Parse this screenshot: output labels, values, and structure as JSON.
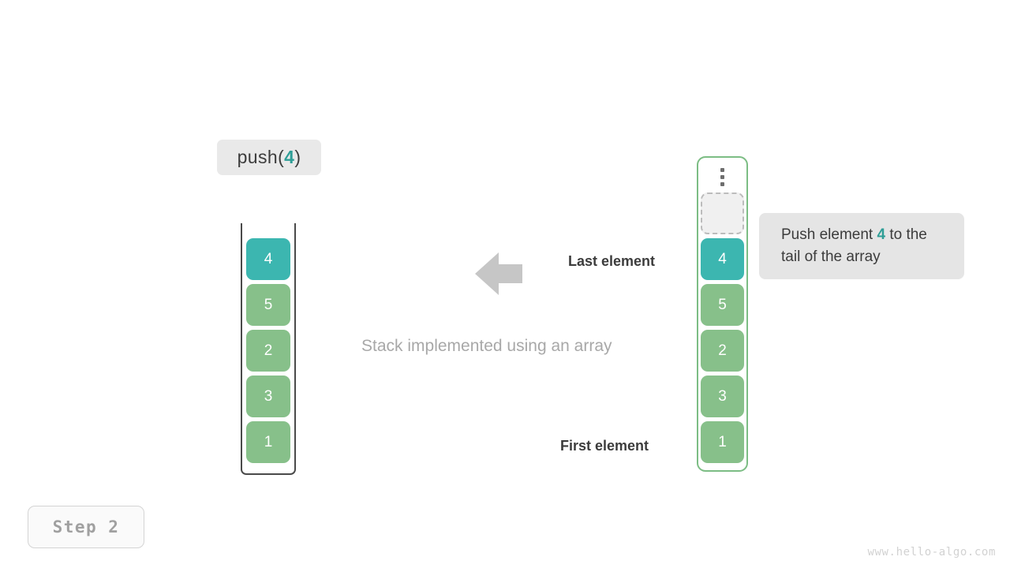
{
  "operation": {
    "prefix": "push(",
    "argument": "4",
    "suffix": ")"
  },
  "left_stack": {
    "caption": "Stack implemented using an array",
    "cells": [
      {
        "value": "4",
        "color": "teal"
      },
      {
        "value": "5",
        "color": "green"
      },
      {
        "value": "2",
        "color": "green"
      },
      {
        "value": "3",
        "color": "green"
      },
      {
        "value": "1",
        "color": "green"
      }
    ]
  },
  "right_stack": {
    "ellipsis": "vertical-ellipsis-icon",
    "cells": [
      {
        "value": "",
        "color": "empty"
      },
      {
        "value": "4",
        "color": "teal"
      },
      {
        "value": "5",
        "color": "green"
      },
      {
        "value": "2",
        "color": "green"
      },
      {
        "value": "3",
        "color": "green"
      },
      {
        "value": "1",
        "color": "green"
      }
    ]
  },
  "annotations": {
    "last_element": "Last element",
    "first_element": "First element",
    "arrow": "left-arrow-icon"
  },
  "tooltip": {
    "text_before": "Push element ",
    "accent": "4",
    "text_after": " to the tail of the array"
  },
  "step_badge": {
    "label": "Step 2"
  },
  "watermark": {
    "text": "www.hello-algo.com"
  },
  "colors": {
    "teal": "#3cb6b0",
    "green": "#87c08a",
    "accent_text": "#2e9e96",
    "frame_green": "#7cbd84",
    "wall_gray": "#4a4a4a",
    "label_bg": "#e9e9e9",
    "tooltip_bg": "#e5e5e5",
    "caption_gray": "#a8a8a8",
    "arrow_gray": "#c6c6c6"
  }
}
